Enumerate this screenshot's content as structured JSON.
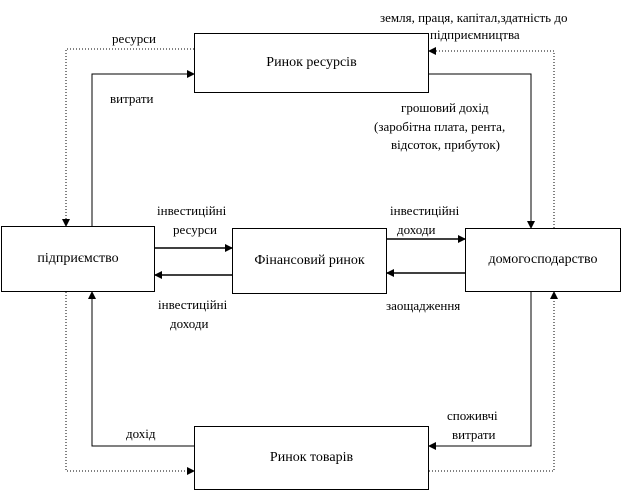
{
  "nodes": {
    "resource_market": "Ринок ресурсів",
    "firm": "підприємство",
    "financial_market": "Фінансовий ринок",
    "household": "домогосподарство",
    "goods_market": "Ринок товарів"
  },
  "labels": {
    "resources": "ресурси",
    "costs": "витрати",
    "factors_line1": "земля, праця, капітал,здатність до",
    "factors_line2": "підприємництва",
    "money_income_line1": "грошовий дохід",
    "money_income_line2": "(заробітна плата, рента,",
    "money_income_line3": "відсоток, прибуток)",
    "inv_resources_line1": "інвестиційні",
    "inv_resources_line2": "ресурси",
    "inv_income_left_line1": "інвестиційні",
    "inv_income_left_line2": "доходи",
    "inv_income_right_line1": "інвестиційні",
    "inv_income_right_line2": "доходи",
    "savings": "заощадження",
    "income": "дохід",
    "consumer_spending_line1": "споживчі",
    "consumer_spending_line2": "витрати"
  },
  "colors": {
    "line": "#000000",
    "dotted": "#000000"
  }
}
